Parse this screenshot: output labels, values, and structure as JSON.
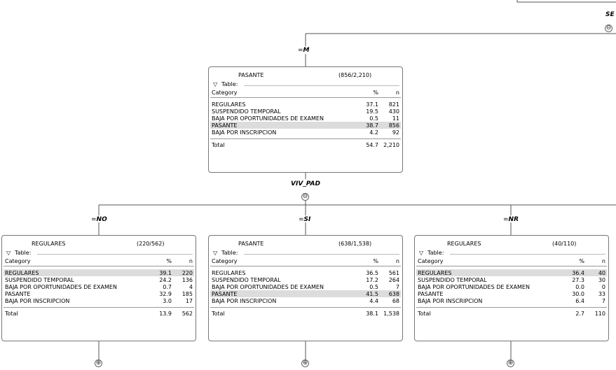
{
  "root_fragment": {
    "label": "SE",
    "toggle": "⊖"
  },
  "branch_m": {
    "eq": "=",
    "value": "M"
  },
  "top_node": {
    "class": "PASANTE",
    "count": "(856/2,210)",
    "table_label": "Table:",
    "col_category": "Category",
    "col_pct": "%",
    "col_n": "n",
    "rows": [
      {
        "cat": "REGULARES",
        "pct": "37.1",
        "n": "821"
      },
      {
        "cat": "SUSPENDIDO TEMPORAL",
        "pct": "19.5",
        "n": "430"
      },
      {
        "cat": "BAJA POR OPORTUNIDADES DE EXAMEN",
        "pct": "0.5",
        "n": "11"
      },
      {
        "cat": "PASANTE",
        "pct": "38.7",
        "n": "856"
      },
      {
        "cat": "BAJA POR INSCRIPCION",
        "pct": "4.2",
        "n": "92"
      }
    ],
    "highlight_row": 3,
    "total_label": "Total",
    "total_pct": "54.7",
    "total_n": "2,210"
  },
  "split": {
    "label": "VIV_PAD",
    "toggle": "⊖"
  },
  "children": [
    {
      "branch_eq": "=",
      "branch_value": "NO",
      "class": "REGULARES",
      "count": "(220/562)",
      "table_label": "Table:",
      "col_category": "Category",
      "col_pct": "%",
      "col_n": "n",
      "rows": [
        {
          "cat": "REGULARES",
          "pct": "39.1",
          "n": "220"
        },
        {
          "cat": "SUSPENDIDO TEMPORAL",
          "pct": "24.2",
          "n": "136"
        },
        {
          "cat": "BAJA POR OPORTUNIDADES DE EXAMEN",
          "pct": "0.7",
          "n": "4"
        },
        {
          "cat": "PASANTE",
          "pct": "32.9",
          "n": "185"
        },
        {
          "cat": "BAJA POR INSCRIPCION",
          "pct": "3.0",
          "n": "17"
        }
      ],
      "highlight_row": 0,
      "total_label": "Total",
      "total_pct": "13.9",
      "total_n": "562",
      "toggle": "⊕"
    },
    {
      "branch_eq": "=",
      "branch_value": "SI",
      "class": "PASANTE",
      "count": "(638/1,538)",
      "table_label": "Table:",
      "col_category": "Category",
      "col_pct": "%",
      "col_n": "n",
      "rows": [
        {
          "cat": "REGULARES",
          "pct": "36.5",
          "n": "561"
        },
        {
          "cat": "SUSPENDIDO TEMPORAL",
          "pct": "17.2",
          "n": "264"
        },
        {
          "cat": "BAJA POR OPORTUNIDADES DE EXAMEN",
          "pct": "0.5",
          "n": "7"
        },
        {
          "cat": "PASANTE",
          "pct": "41.5",
          "n": "638"
        },
        {
          "cat": "BAJA POR INSCRIPCION",
          "pct": "4.4",
          "n": "68"
        }
      ],
      "highlight_row": 3,
      "total_label": "Total",
      "total_pct": "38.1",
      "total_n": "1,538",
      "toggle": "⊕"
    },
    {
      "branch_eq": "=",
      "branch_value": "NR",
      "class": "REGULARES",
      "count": "(40/110)",
      "table_label": "Table:",
      "col_category": "Category",
      "col_pct": "%",
      "col_n": "n",
      "rows": [
        {
          "cat": "REGULARES",
          "pct": "36.4",
          "n": "40"
        },
        {
          "cat": "SUSPENDIDO TEMPORAL",
          "pct": "27.3",
          "n": "30"
        },
        {
          "cat": "BAJA POR OPORTUNIDADES DE EXAMEN",
          "pct": "0.0",
          "n": "0"
        },
        {
          "cat": "PASANTE",
          "pct": "30.0",
          "n": "33"
        },
        {
          "cat": "BAJA POR INSCRIPCION",
          "pct": "6.4",
          "n": "7"
        }
      ],
      "highlight_row": 0,
      "total_label": "Total",
      "total_pct": "2.7",
      "total_n": "110",
      "toggle": "⊕"
    }
  ]
}
